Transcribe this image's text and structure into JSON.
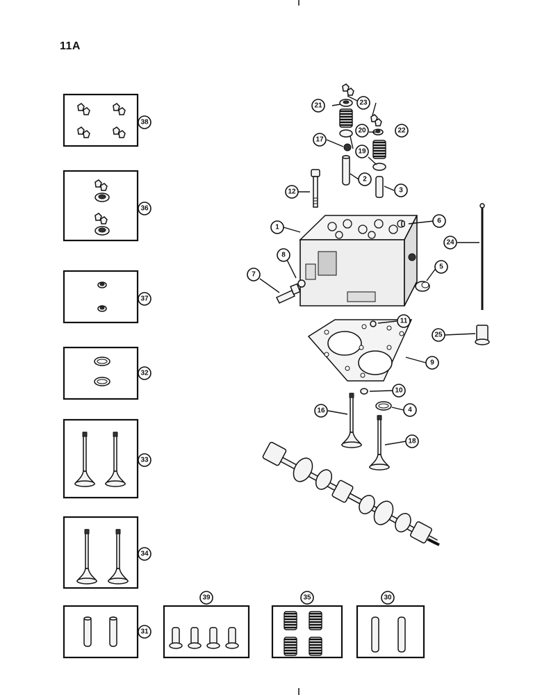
{
  "page": {
    "label": "11A"
  },
  "callouts": {
    "c1": "1",
    "c2": "2",
    "c3": "3",
    "c4": "4",
    "c5": "5",
    "c6": "6",
    "c7": "7",
    "c8": "8",
    "c9": "9",
    "c10": "10",
    "c11": "11",
    "c12": "12",
    "c16": "16",
    "c17": "17",
    "c18": "18",
    "c19": "19",
    "c20": "20",
    "c21": "21",
    "c22": "22",
    "c23": "23",
    "c24": "24",
    "c25": "25",
    "c30": "30",
    "c31": "31",
    "c32": "32",
    "c33": "33",
    "c34": "34",
    "c35": "35",
    "c36": "36",
    "c37": "37",
    "c38": "38",
    "c39": "39"
  }
}
